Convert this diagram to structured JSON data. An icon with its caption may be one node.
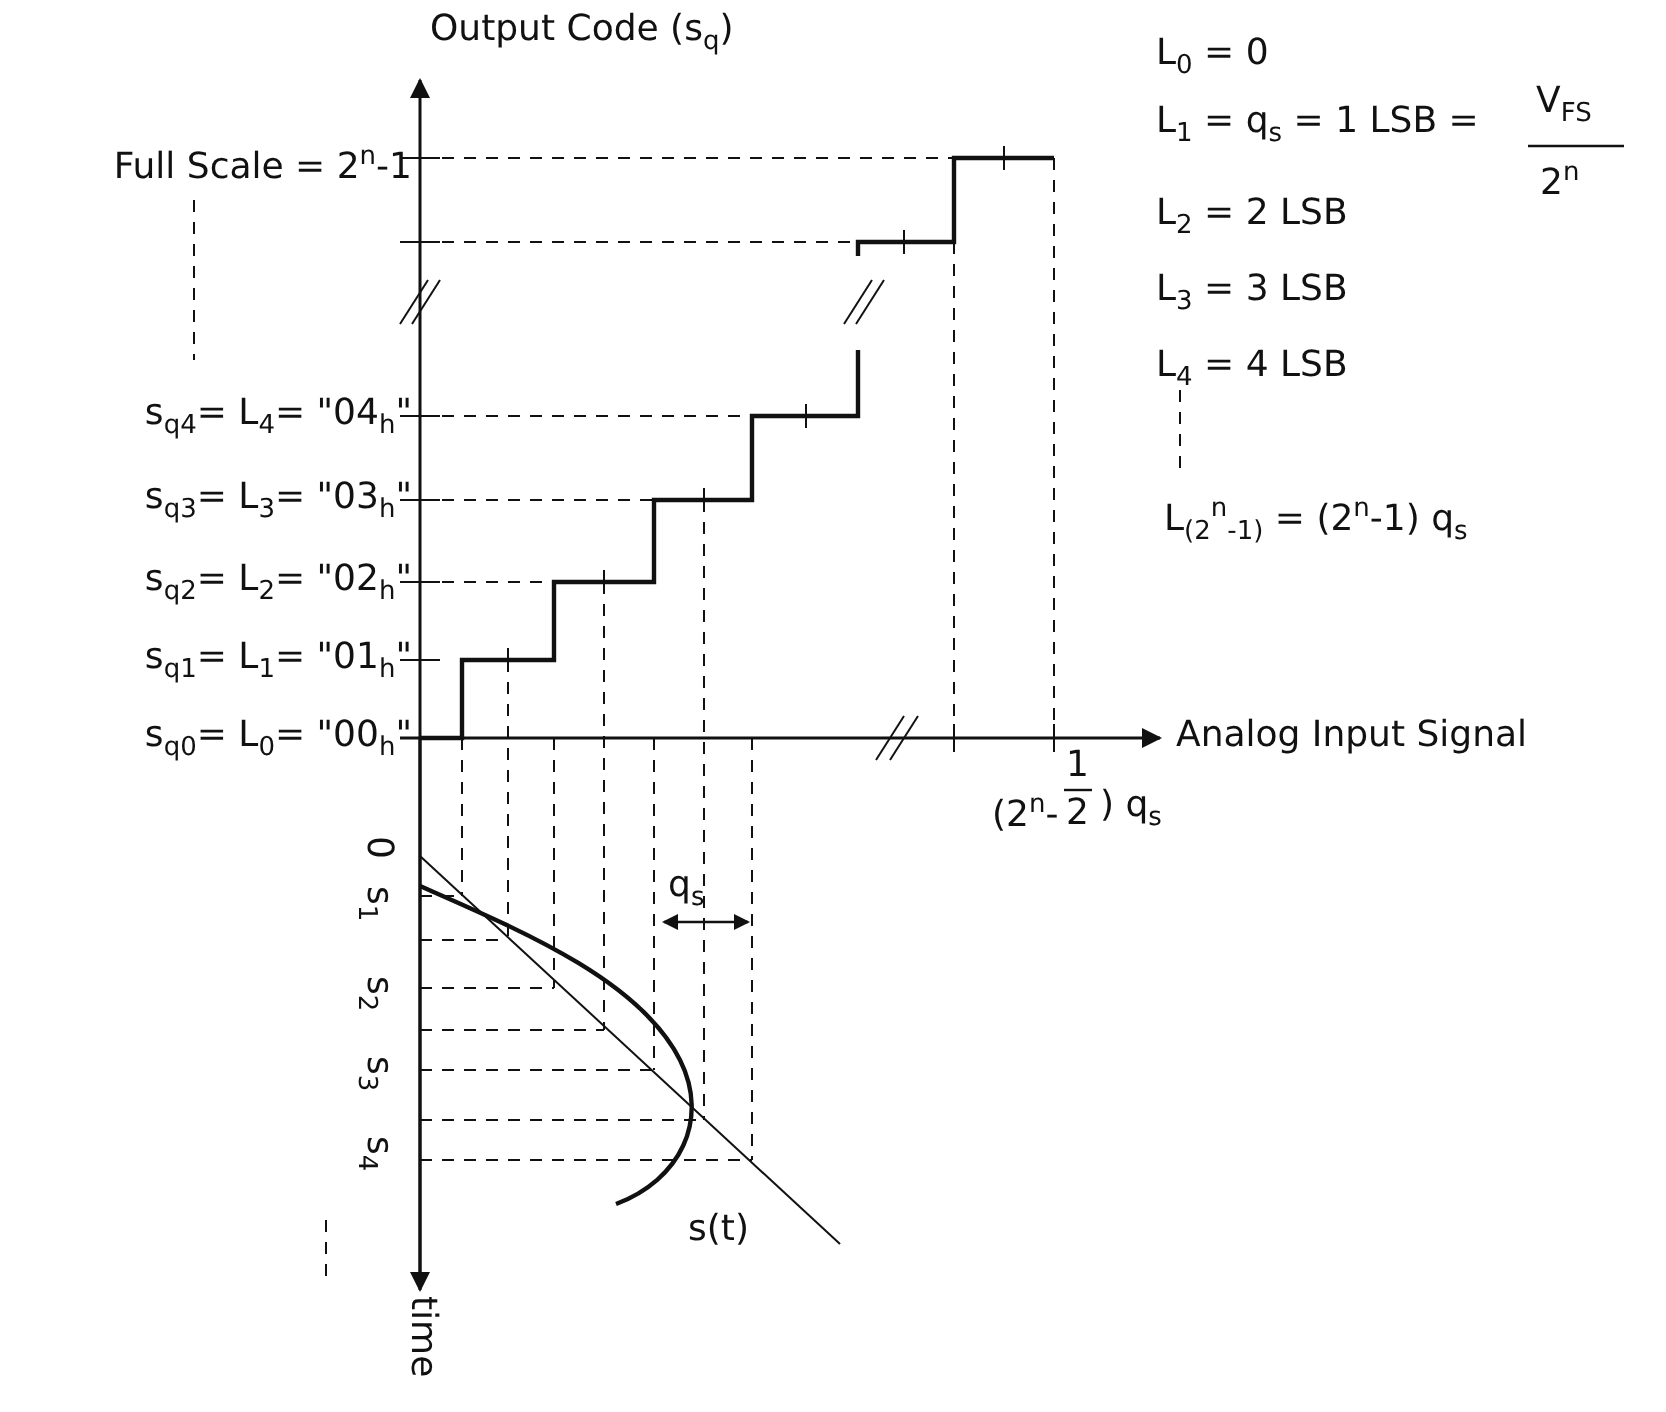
{
  "diagram": {
    "labels": [
      "Output Code (s$_{q}$)",
      "L$_{0}$ = 0",
      "L$_{1}$ = q$_{s}$ = 1 LSB =",
      "V$_{FS}$",
      "2$^{n}$",
      "Full Scale = 2$^{n}$-1",
      "L$_{2}$ = 2 LSB",
      "L$_{3}$ = 3 LSB",
      "L$_{4}$ = 4 LSB",
      "s$_{q4}$= L$_{4}$= \"04$_{h}$\"",
      "s$_{q3}$= L$_{3}$= \"03$_{h}$\"",
      "L$_{(2}$$^{n}$$_{-1)}$ = (2$^{n}$-1) q$_{s}$",
      "s$_{q2}$= L$_{2}$= \"02$_{h}$\"",
      "s$_{q1}$= L$_{1}$= \"01$_{h}$\"",
      "s$_{q0}$= L$_{0}$= \"00$_{h}$\"",
      "Analog Input Signal",
      "(2$^{n}$-",
      "1",
      "2",
      ") q$_{s}$",
      "0",
      "s$_{1}$",
      "q$_{s}$",
      "s$_{2}$",
      "s$_{3}$",
      "s$_{4}$",
      "s(t)",
      "time"
    ]
  }
}
